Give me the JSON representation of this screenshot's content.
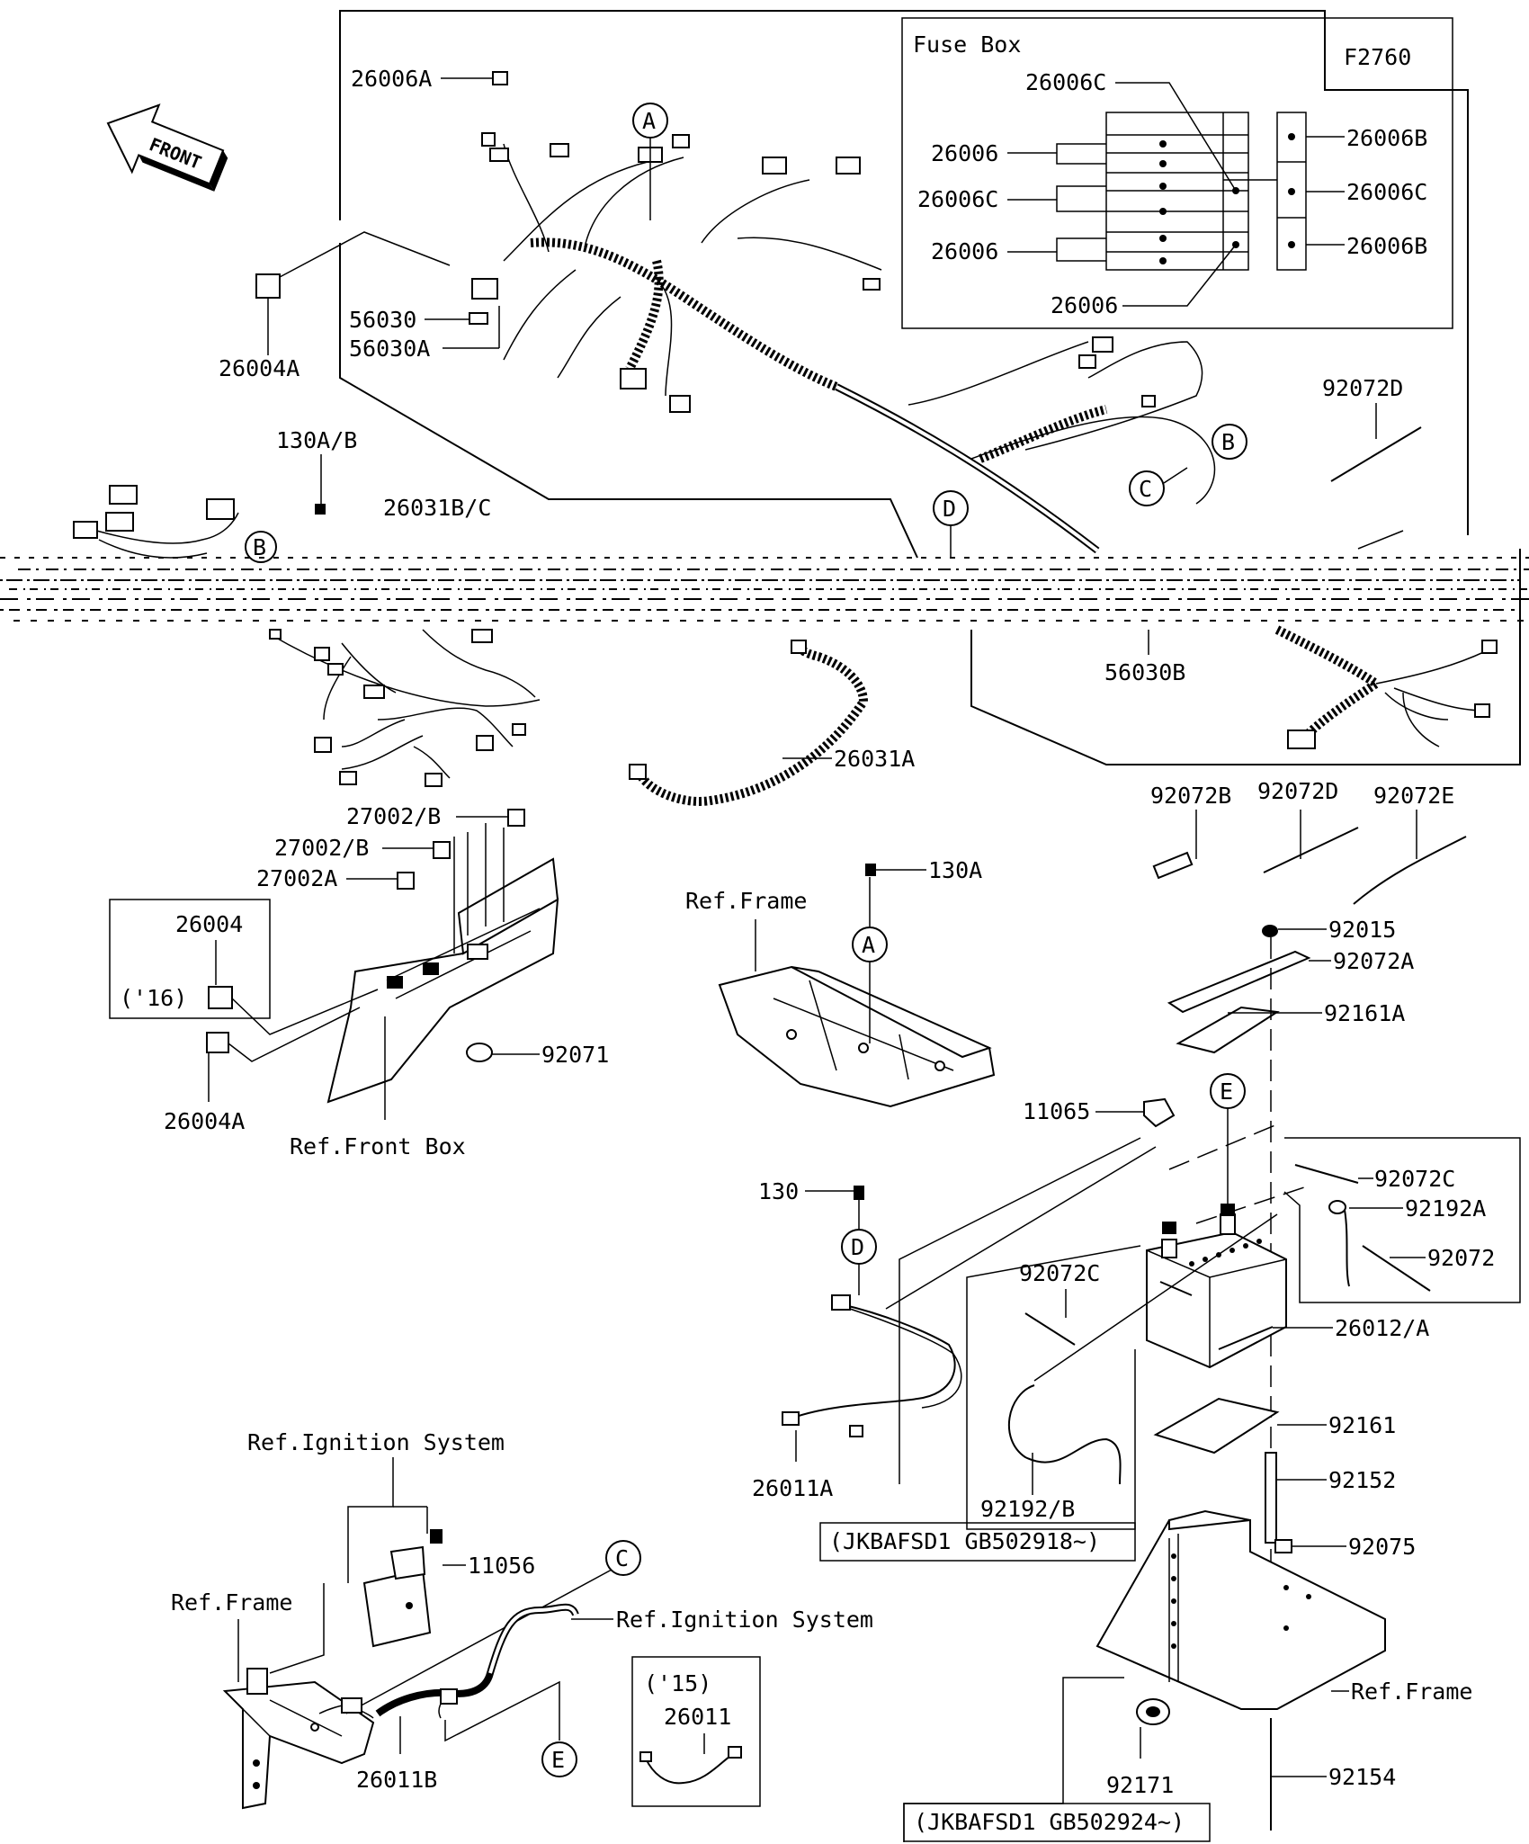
{
  "diagram_code": "F2760",
  "front_arrow_label": "FRONT",
  "fuse_box": {
    "title": "Fuse Box",
    "labels": [
      "26006C",
      "26006",
      "26006C",
      "26006",
      "26006",
      "26006B",
      "26006C",
      "26006B"
    ]
  },
  "callouts": [
    "A",
    "B",
    "C",
    "D",
    "E"
  ],
  "part_labels": {
    "p26006A": "26006A",
    "p26004A_top": "26004A",
    "p56030": "56030",
    "p56030A": "56030A",
    "p130AB": "130A/B",
    "p26031BC": "26031B/C",
    "p92072D_top": "92072D",
    "p56030B": "56030B",
    "p26031A": "26031A",
    "p27002B_1": "27002/B",
    "p27002B_2": "27002/B",
    "p27002A": "27002A",
    "p26004": "26004",
    "p16": "('16)",
    "p26004A_bottom": "26004A",
    "p92071": "92071",
    "ref_front_box": "Ref.Front Box",
    "p130A": "130A",
    "ref_frame_mid": "Ref.Frame",
    "p92072B": "92072B",
    "p92072D": "92072D",
    "p92072E": "92072E",
    "p92015": "92015",
    "p92072A": "92072A",
    "p92161A": "92161A",
    "p11065": "11065",
    "p92072C_right": "92072C",
    "p92192A": "92192A",
    "p92072": "92072",
    "p26012A": "26012/A",
    "p92072C_left": "92072C",
    "p130": "130",
    "p26011A": "26011A",
    "p92192B": "92192/B",
    "serial_1": "(JKBAFSD1 GB502918~)",
    "p92161": "92161",
    "p92152": "92152",
    "p92075": "92075",
    "ref_frame_right": "Ref.Frame",
    "p92154": "92154",
    "p92171": "92171",
    "serial_2": "(JKBAFSD1 GB502924~)",
    "ref_ignition_1": "Ref.Ignition System",
    "p11056": "11056",
    "ref_frame_left": "Ref.Frame",
    "ref_ignition_2": "Ref.Ignition System",
    "p26011B": "26011B",
    "p15": "('15)",
    "p26011": "26011"
  }
}
